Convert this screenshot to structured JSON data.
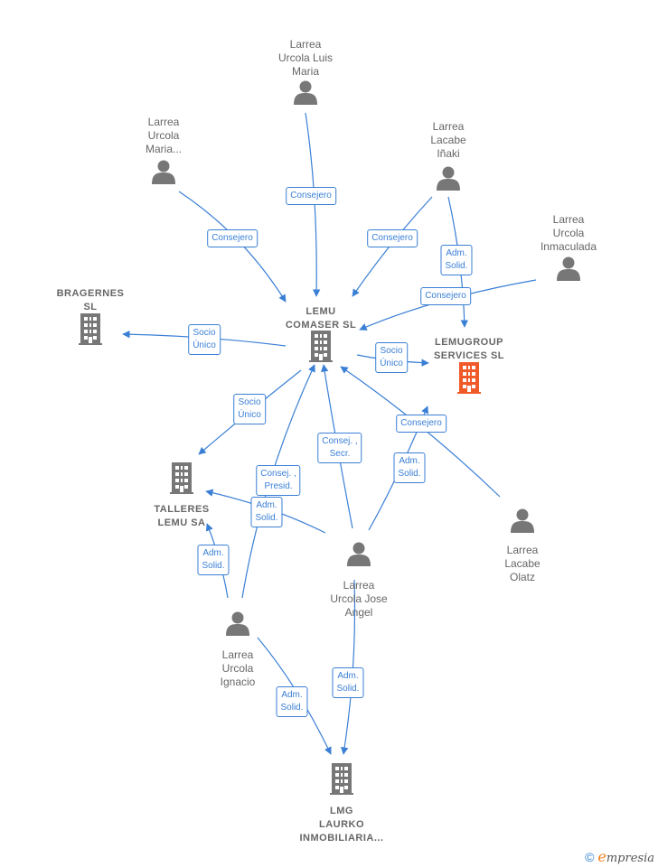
{
  "colors": {
    "edge": "#3a7fd5",
    "company": "#777777",
    "highlight": "#f05a28",
    "person": "#777777"
  },
  "nodes": [
    {
      "id": "luis",
      "kind": "person",
      "label": "Larrea\nUrcola Luis\nMaria"
    },
    {
      "id": "maria",
      "kind": "person",
      "label": "Larrea\nUrcola\nMaria..."
    },
    {
      "id": "inaki",
      "kind": "person",
      "label": "Larrea\nLacabe\nIñaki"
    },
    {
      "id": "inmaculada",
      "kind": "person",
      "label": "Larrea\nUrcola\nInmaculada"
    },
    {
      "id": "bragernes",
      "kind": "company",
      "label": "BRAGERNES\nSL"
    },
    {
      "id": "lemu",
      "kind": "company",
      "label": "LEMU\nCOMASER  SL"
    },
    {
      "id": "lemugroup",
      "kind": "highlight",
      "label": "LEMUGROUP\nSERVICES  SL"
    },
    {
      "id": "talleres",
      "kind": "company",
      "label": "TALLERES\nLEMU SA"
    },
    {
      "id": "olatz",
      "kind": "person",
      "label": "Larrea\nLacabe\nOlatz"
    },
    {
      "id": "joseangel",
      "kind": "person",
      "label": "Larrea\nUrcola Jose\nAngel"
    },
    {
      "id": "ignacio",
      "kind": "person",
      "label": "Larrea\nUrcola\nIgnacio"
    },
    {
      "id": "lmg",
      "kind": "company",
      "label": "LMG\nLAURKO\nINMOBILIARIA..."
    }
  ],
  "edges": [
    {
      "label": "Consejero"
    },
    {
      "label": "Consejero"
    },
    {
      "label": "Consejero"
    },
    {
      "label": "Adm.\nSolid."
    },
    {
      "label": "Consejero"
    },
    {
      "label": "Socio\nÚnico"
    },
    {
      "label": "Socio\nÚnico"
    },
    {
      "label": "Socio\nÚnico"
    },
    {
      "label": "Consej. ,\nSecr."
    },
    {
      "label": "Consej. ,\nPresid."
    },
    {
      "label": "Adm.\nSolid."
    },
    {
      "label": "Adm.\nSolid."
    },
    {
      "label": "Consejero"
    },
    {
      "label": "Adm.\nSolid."
    },
    {
      "label": "Adm.\nSolid."
    },
    {
      "label": "Adm.\nSolid."
    }
  ],
  "footer": {
    "copyright": "©",
    "brand_initial": "e",
    "brand_rest": "mpresia"
  }
}
